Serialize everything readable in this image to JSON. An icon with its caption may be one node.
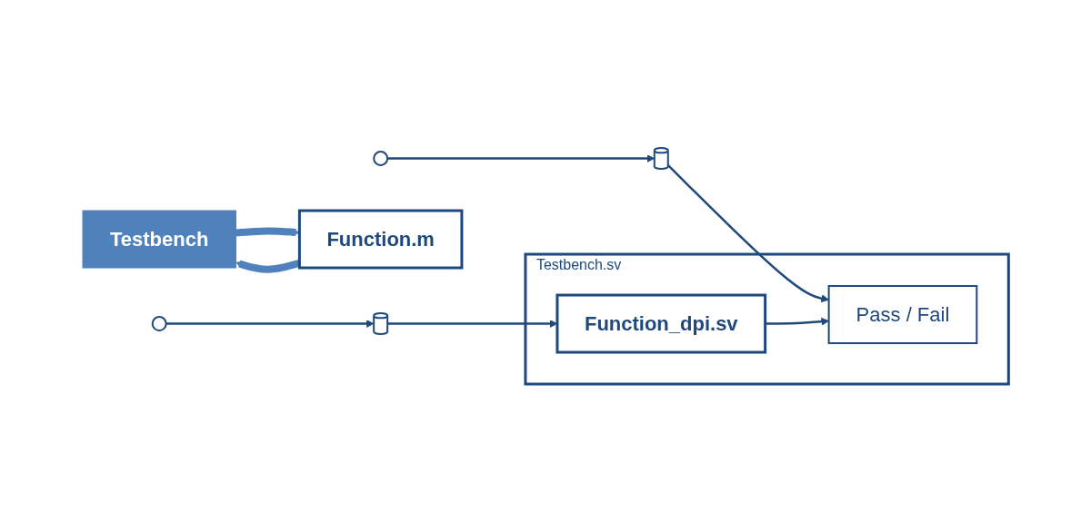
{
  "diagram": {
    "nodes": [
      {
        "text": [
          "Testbench"
        ]
      },
      {
        "text": [],
        "shape": "ellipse"
      },
      {
        "text": [],
        "shape": "cylinder"
      },
      {
        "text": [
          "Testbench.sv"
        ]
      },
      {
        "text": [
          "Function_dpi.sv"
        ],
        "in": 3
      },
      {
        "text": [
          "Function.m"
        ]
      },
      {
        "text": [],
        "shape": "ellipse"
      },
      {
        "text": [],
        "shape": "cylinder"
      },
      {
        "text": [
          "Pass / Fail"
        ],
        "in": 3
      }
    ],
    "edges": [
      {
        "from": 0,
        "to": 5,
        "arrow": "to",
        "style": "thick",
        "color": "#4f81bd"
      },
      {
        "from": 5,
        "to": 0,
        "arrow": "to",
        "style": "thick",
        "color": "#4f81bd"
      },
      {
        "from": 1,
        "to": 2,
        "arrow": "to"
      },
      {
        "from": 2,
        "to": 4,
        "arrow": "to"
      },
      {
        "from": 6,
        "to": 7,
        "arrow": "to"
      },
      {
        "from": 7,
        "to": 8,
        "arrow": "to"
      },
      {
        "from": 4,
        "to": 8,
        "arrow": "to"
      }
    ]
  }
}
